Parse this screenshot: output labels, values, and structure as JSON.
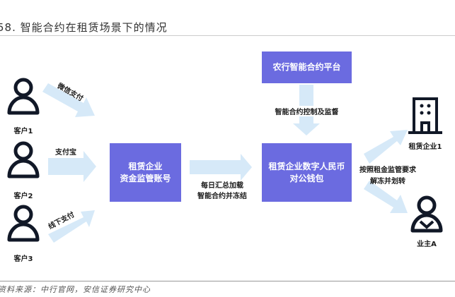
{
  "title": "58. 智能合约在租赁场景下的情况",
  "customers": [
    "客户1",
    "客户2",
    "客户3"
  ],
  "payments": [
    "微信支付",
    "支付宝",
    "线下支付"
  ],
  "box_escrow": [
    "租赁企业",
    "资金监管账号"
  ],
  "step_daily": [
    "每日汇总加载",
    "智能合约并冻结"
  ],
  "box_platform": "农行智能合约平台",
  "control_label": "智能合约控制及监督",
  "box_wallet": [
    "租赁企业数字人民币",
    "对公钱包"
  ],
  "release_label": [
    "按照租金监管要求",
    "解冻并划转"
  ],
  "recipients": [
    "租赁企业1",
    "业主A"
  ],
  "source": "资料来源：中行官网，安信证券研究中心",
  "colors": {
    "box": "#6b6be0",
    "arrow": "#d6e9f8",
    "icon": "#111827"
  }
}
